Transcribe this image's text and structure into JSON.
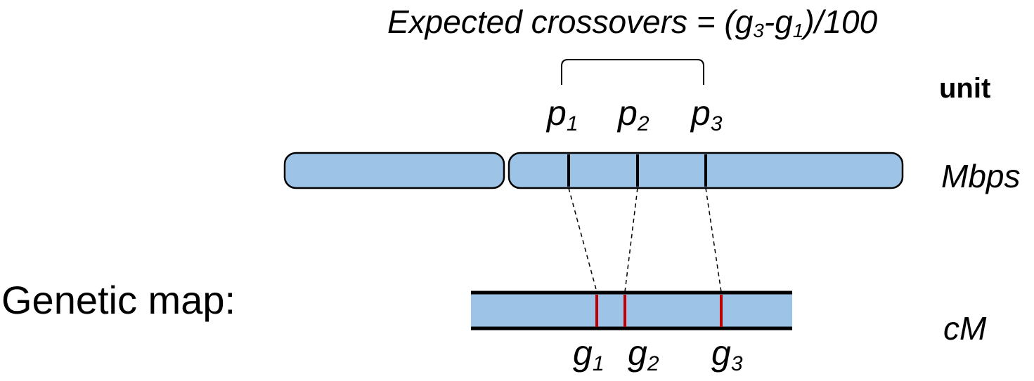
{
  "formula": {
    "prefix": "Expected crossovers = (g",
    "sub_a": "3",
    "mid": "-g",
    "sub_b": "1",
    "suffix": ")/100"
  },
  "unit_header": "unit",
  "units": {
    "physical": "Mbps",
    "genetic": "cM"
  },
  "genetic_map_label": "Genetic map:",
  "physical_markers": [
    {
      "base": "p",
      "sub": "1"
    },
    {
      "base": "p",
      "sub": "2"
    },
    {
      "base": "p",
      "sub": "3"
    }
  ],
  "genetic_markers": [
    {
      "base": "g",
      "sub": "1"
    },
    {
      "base": "g",
      "sub": "2"
    },
    {
      "base": "g",
      "sub": "3"
    }
  ],
  "colors": {
    "chromosome_fill": "#9dc3e6",
    "genetic_marker": "#c00000",
    "outline": "#000000"
  }
}
